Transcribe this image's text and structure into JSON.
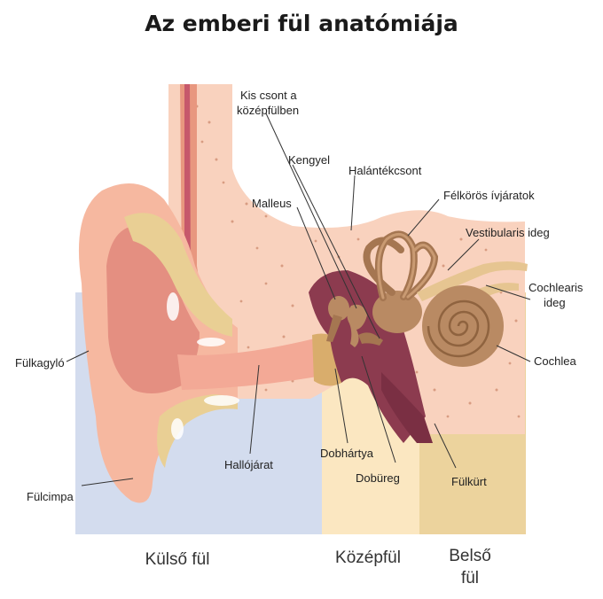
{
  "title": "Az emberi fül anatómiája",
  "labels": {
    "kis_csont_1": "Kis csont a",
    "kis_csont_2": "középfülben",
    "kengyel": "Kengyel",
    "halantekcsont": "Halántékcsont",
    "malleus": "Malleus",
    "felkoros": "Félkörös ívjáratok",
    "vestibularis": "Vestibularis ideg",
    "cochlearis_1": "Cochlearis",
    "cochlearis_2": "ideg",
    "cochlea": "Cochlea",
    "fulkagylo": "Fülkagyló",
    "hallojarat": "Hallójárat",
    "dobhartya": "Dobhártya",
    "dobureg": "Dobüreg",
    "fulkurt": "Fülkürt",
    "fulcimpa": "Fülcimpa"
  },
  "sections": {
    "kulso": "Külső fül",
    "kozep": "Középfül",
    "belso_1": "Belső",
    "belso_2": "fül"
  },
  "colors": {
    "outer_bg": "#d3dcee",
    "middle_bg": "#fbe7c1",
    "inner_bg": "#ecd39d",
    "skin": "#f6b8a0",
    "bone": "#f9d2be",
    "cartilage": "#e9cf94",
    "cavity": "#8c3b4f",
    "ossicle": "#b98a63"
  }
}
